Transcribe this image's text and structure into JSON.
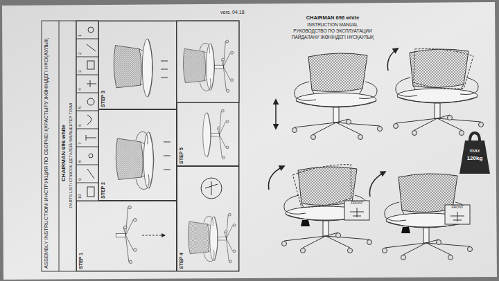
{
  "diagram": {
    "title": "CHAIRMAN 696 white",
    "nodes": [
      {
        "text": [
          "STEP 3"
        ]
      },
      {
        "text": [
          "STEP 2"
        ]
      },
      {
        "text": [
          "STEP 1"
        ]
      },
      {
        "text": [
          "STEP 5"
        ]
      },
      {
        "text": [
          "STEP 4"
        ]
      },
      {
        "text": [
          "max",
          "120kg"
        ]
      }
    ],
    "labels": [
      "vers. 04.18",
      "ASSEMBLY INSTRUCTION/ ИНСТРУКЦИЯ ПО СБОРКЕ/ ҚҰРАСТЫРУ ЖӨНІНДЕГІ НҰСҚАУЛЫҚ",
      "CHAIRMAN 696 white",
      "PARTS LIST/ СПИСОК ДЕТАЛЕЙ/ БӨЛШЕКТЕР ТІЗІМІ",
      "1",
      "2",
      "3",
      "4",
      "5",
      "6",
      "7",
      "8",
      "9",
      "10",
      "INSTRUCTION MANUAL",
      "РУКОВОДСТВО ПО ЭКСПЛУАТАЦИИ",
      "ПАЙДАЛАНУ ЖӨНІНДЕГІ НҰСҚАУЛЫҚ",
      "FRONT",
      "FRONT"
    ]
  }
}
